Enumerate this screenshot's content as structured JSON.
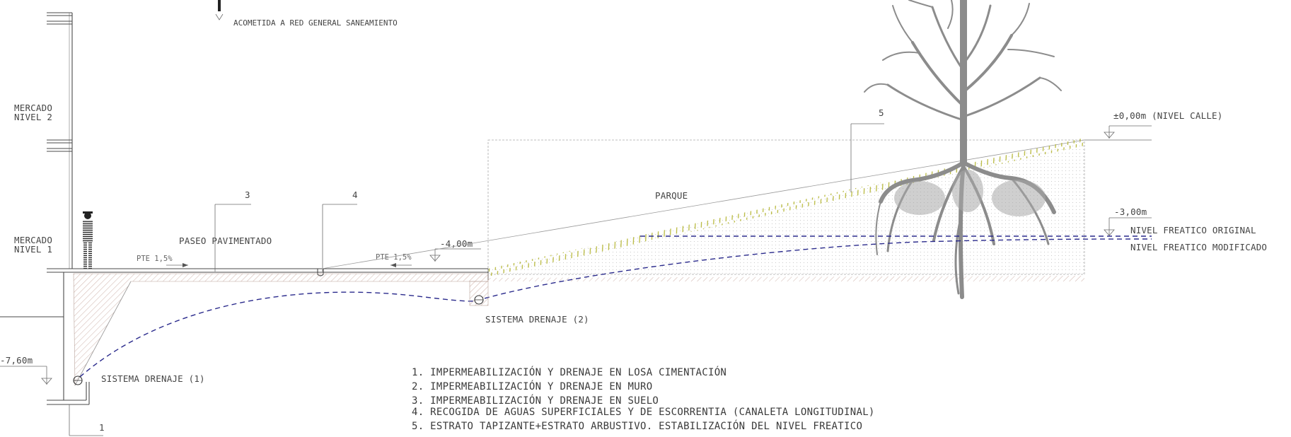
{
  "labels": {
    "acometida": "ACOMETIDA A RED GENERAL SANEAMIENTO",
    "mercado2_line1": "MERCADO",
    "mercado2_line2": "NIVEL 2",
    "mercado1_line1": "MERCADO",
    "mercado1_line2": "NIVEL 1",
    "paseo": "PASEO PAVIMENTADO",
    "parque": "PARQUE",
    "pte_left": "PTE 1,5%",
    "pte_right": "PTE 1,5%",
    "level_minus4": "-4,00m",
    "level_street": "±0,00m (NIVEL CALLE)",
    "level_minus3": "-3,00m",
    "level_minus760": "-7,60m",
    "nivel_freatico_original": "NIVEL FREATICO ORIGINAL",
    "nivel_freatico_modificado": "NIVEL FREATICO MODIFICADO",
    "sistema_drenaje_1": "SISTEMA DRENAJE (1)",
    "sistema_drenaje_2": "SISTEMA DRENAJE (2)",
    "callout_1": "1",
    "callout_3": "3",
    "callout_4": "4",
    "callout_5": "5"
  },
  "legend": [
    "1. IMPERMEABILIZACIÓN Y DRENAJE EN LOSA CIMENTACIÓN",
    "2. IMPERMEABILIZACIÓN Y DRENAJE EN MURO",
    "3. IMPERMEABILIZACIÓN Y DRENAJE EN SUELO",
    "4. RECOGIDA DE AGUAS SUPERFICIALES Y DE ESCORRENTIA (CANALETA LONGITUDINAL)",
    "5. ESTRATO TAPIZANTE+ESTRATO ARBUSTIVO. ESTABILIZACIÓN DEL NIVEL FREATICO"
  ],
  "colors": {
    "linework": "#4a4a4a",
    "water_table": "#2a2a8c",
    "vegetation": "#b7b83a",
    "hatch": "#c9a9a0",
    "tree": "#8c8c8c"
  }
}
